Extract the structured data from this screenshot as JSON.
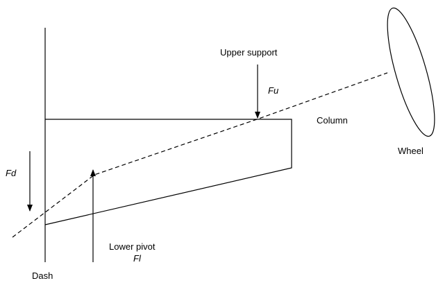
{
  "labels": {
    "upper_support": "Upper support",
    "fu": "Fu",
    "column": "Column",
    "wheel": "Wheel",
    "fd": "Fd",
    "lower_pivot": "Lower pivot",
    "fl": "Fl",
    "dash": "Dash"
  },
  "colors": {
    "line": "#000000",
    "background": "#ffffff"
  }
}
